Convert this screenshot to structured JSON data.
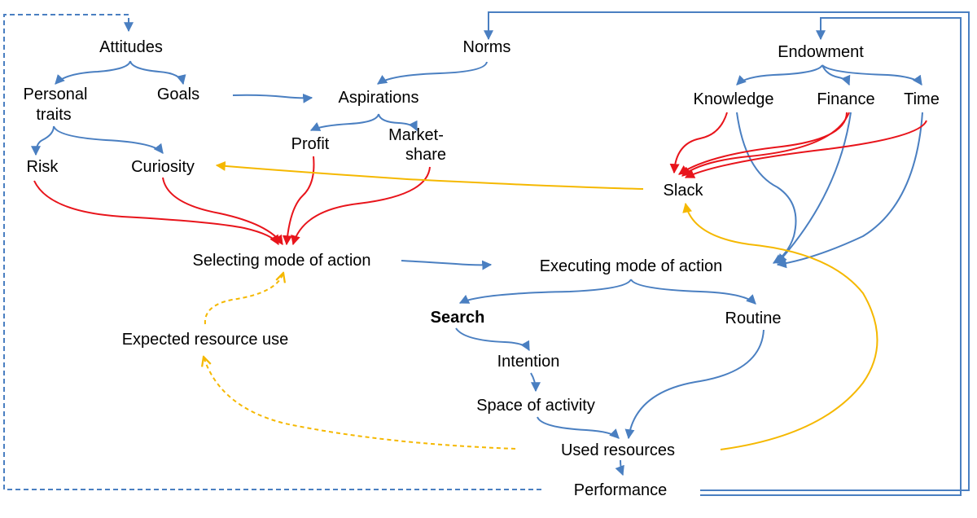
{
  "nodes": {
    "attitudes": "Attitudes",
    "personal_traits_1": "Personal",
    "personal_traits_2": "traits",
    "goals": "Goals",
    "norms": "Norms",
    "aspirations": "Aspirations",
    "profit": "Profit",
    "marketshare_1": "Market-",
    "marketshare_2": "share",
    "risk": "Risk",
    "curiosity": "Curiosity",
    "endowment": "Endowment",
    "knowledge": "Knowledge",
    "finance": "Finance",
    "time": "Time",
    "slack": "Slack",
    "selecting": "Selecting mode of action",
    "executing": "Executing mode of action",
    "search": "Search",
    "routine": "Routine",
    "intention": "Intention",
    "space_of_activity": "Space of activity",
    "expected_resource_use": "Expected resource use",
    "used_resources": "Used resources",
    "performance": "Performance"
  },
  "colors": {
    "blue": "#4a7fc1",
    "red": "#e8141b",
    "yellow": "#f5b800",
    "text": "#000000"
  }
}
